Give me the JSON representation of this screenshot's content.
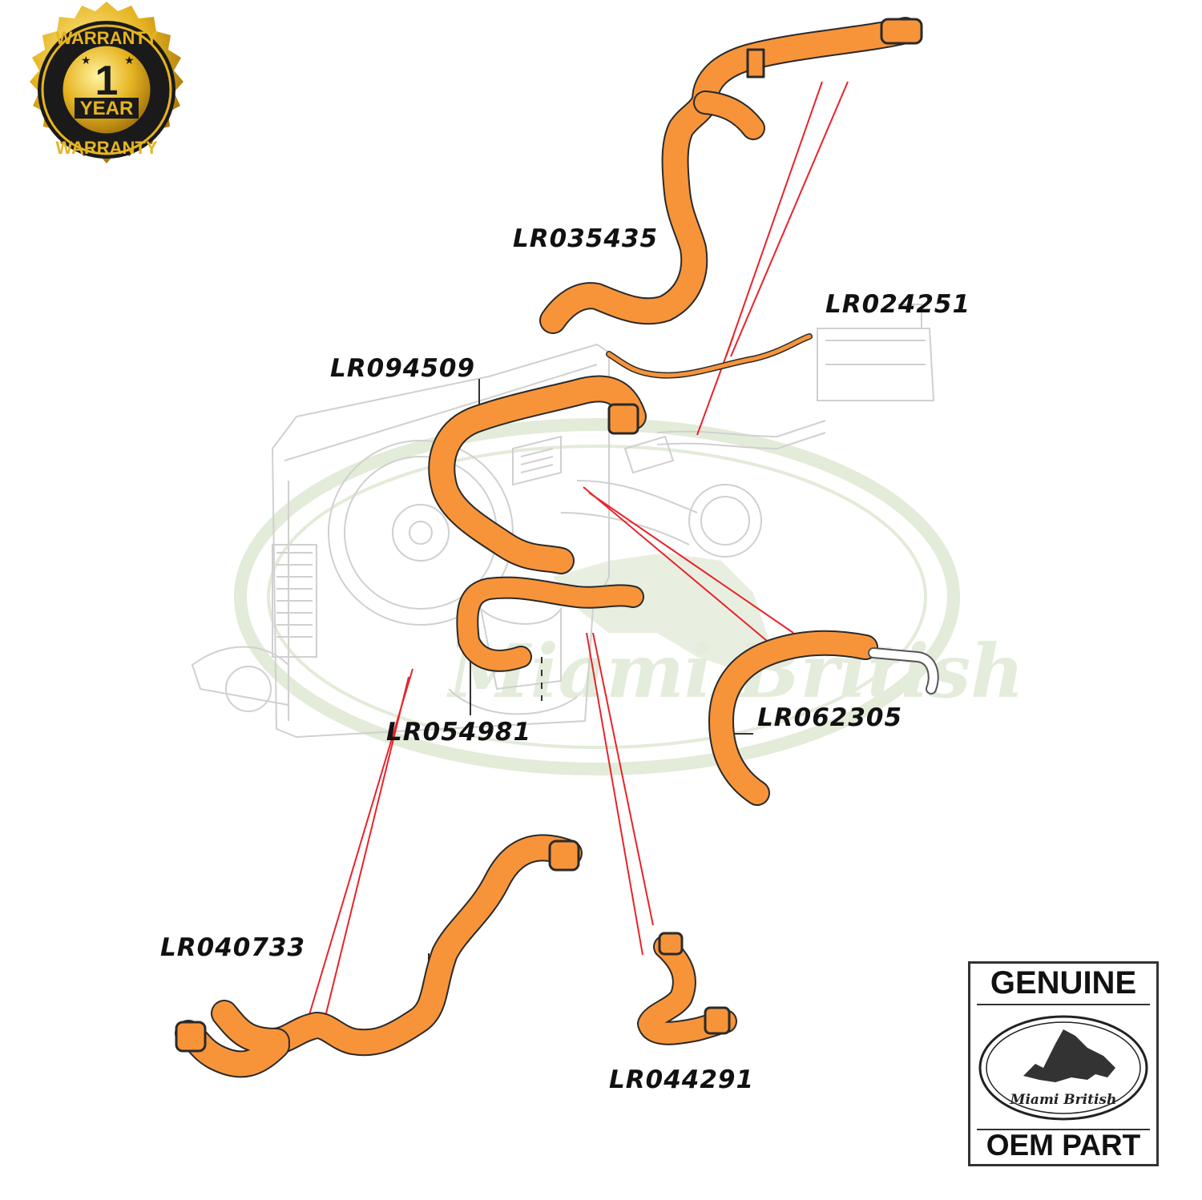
{
  "colors": {
    "hose": "#f7943a",
    "hose_outline": "#2a2a2a",
    "leader_line": "#e8232a",
    "ghost_line": "#d3d3d3",
    "watermark": "#e3ebd9",
    "badge_gold": "#e6b422",
    "badge_black": "#1a1a1a"
  },
  "part_labels": {
    "lr035435": "LR035435",
    "lr024251": "LR024251",
    "lr094509": "LR094509",
    "lr054981": "LR054981",
    "lr062305": "LR062305",
    "lr040733": "LR040733",
    "lr044291": "LR044291"
  },
  "warranty_badge": {
    "top_text": "WARRANTY",
    "number": "1",
    "unit": "YEAR",
    "bottom_text": "WARRANTY"
  },
  "genuine_badge": {
    "top": "GENUINE",
    "logo_text": "Miami British",
    "bottom": "OEM PART"
  },
  "watermark_text": "Miami British",
  "icons": {
    "warranty": "warranty-seal-icon",
    "brand": "miami-british-oval-logo-icon"
  }
}
